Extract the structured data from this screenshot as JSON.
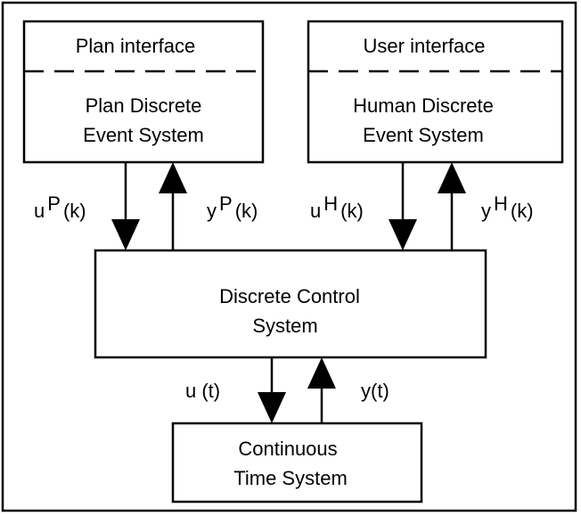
{
  "plan_box": {
    "header": "Plan interface",
    "line1": "Plan Discrete",
    "line2": "Event System"
  },
  "user_box": {
    "header": "User interface",
    "line1": "Human Discrete",
    "line2": "Event System"
  },
  "control_box": {
    "line1": "Discrete Control",
    "line2": "System"
  },
  "continuous_box": {
    "line1": "Continuous",
    "line2": "Time System"
  },
  "signals": {
    "uP": {
      "base": "u",
      "sup": "P",
      "arg": "(k)"
    },
    "yP": {
      "base": "y",
      "sup": "P",
      "arg": "(k)"
    },
    "uH": {
      "base": "u",
      "sup": "H",
      "arg": "(k)"
    },
    "yH": {
      "base": "y",
      "sup": "H",
      "arg": "(k)"
    },
    "ut": "u (t)",
    "yt": "y(t)"
  }
}
